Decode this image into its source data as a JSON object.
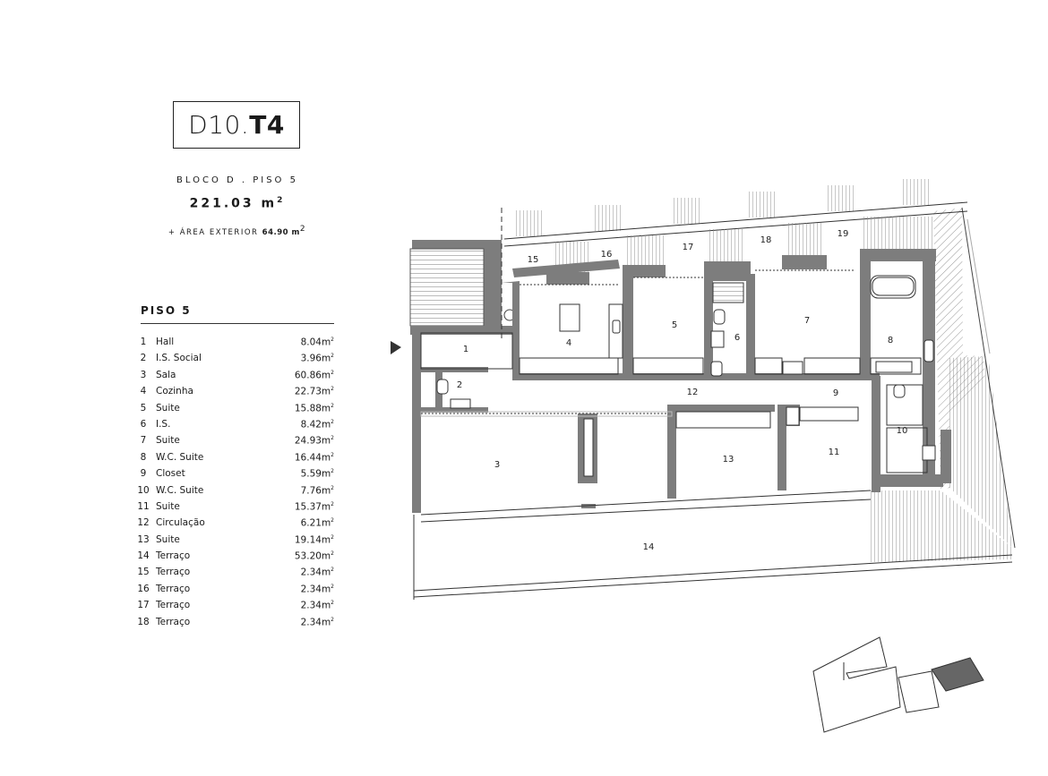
{
  "header": {
    "unit_light": "D10.",
    "unit_bold": "T4",
    "block_floor": "BLOCO D . PISO 5",
    "area_value": "221.03 m",
    "area_sup": "2",
    "extra_prefix": "+ ÁREA EXTERIOR",
    "extra_value": "64.90 m",
    "extra_sup": "2"
  },
  "legend": {
    "heading": "PISO 5",
    "unit_sup": "2",
    "items": [
      {
        "num": "1",
        "name": "Hall",
        "area": "8.04m"
      },
      {
        "num": "2",
        "name": "I.S. Social",
        "area": "3.96m"
      },
      {
        "num": "3",
        "name": "Sala",
        "area": "60.86m"
      },
      {
        "num": "4",
        "name": "Cozinha",
        "area": "22.73m"
      },
      {
        "num": "5",
        "name": "Suite",
        "area": "15.88m"
      },
      {
        "num": "6",
        "name": "I.S.",
        "area": "8.42m"
      },
      {
        "num": "7",
        "name": "Suite",
        "area": "24.93m"
      },
      {
        "num": "8",
        "name": "W.C. Suite",
        "area": "16.44m"
      },
      {
        "num": "9",
        "name": "Closet",
        "area": "5.59m"
      },
      {
        "num": "10",
        "name": "W.C. Suite",
        "area": "7.76m"
      },
      {
        "num": "11",
        "name": "Suite",
        "area": "15.37m"
      },
      {
        "num": "12",
        "name": "Circulação",
        "area": "6.21m"
      },
      {
        "num": "13",
        "name": "Suite",
        "area": "19.14m"
      },
      {
        "num": "14",
        "name": "Terraço",
        "area": "53.20m"
      },
      {
        "num": "15",
        "name": "Terraço",
        "area": "2.34m"
      },
      {
        "num": "16",
        "name": "Terraço",
        "area": "2.34m"
      },
      {
        "num": "17",
        "name": "Terraço",
        "area": "2.34m"
      },
      {
        "num": "18",
        "name": "Terraço",
        "area": "2.34m"
      }
    ]
  },
  "plan": {
    "room_labels": [
      "1",
      "2",
      "3",
      "4",
      "5",
      "6",
      "7",
      "8",
      "9",
      "10",
      "11",
      "12",
      "13",
      "14",
      "15",
      "16",
      "17",
      "18",
      "19"
    ]
  },
  "colors": {
    "wall": "#7d7d7d",
    "line": "#333333",
    "hatch": "#9a9a9a"
  }
}
